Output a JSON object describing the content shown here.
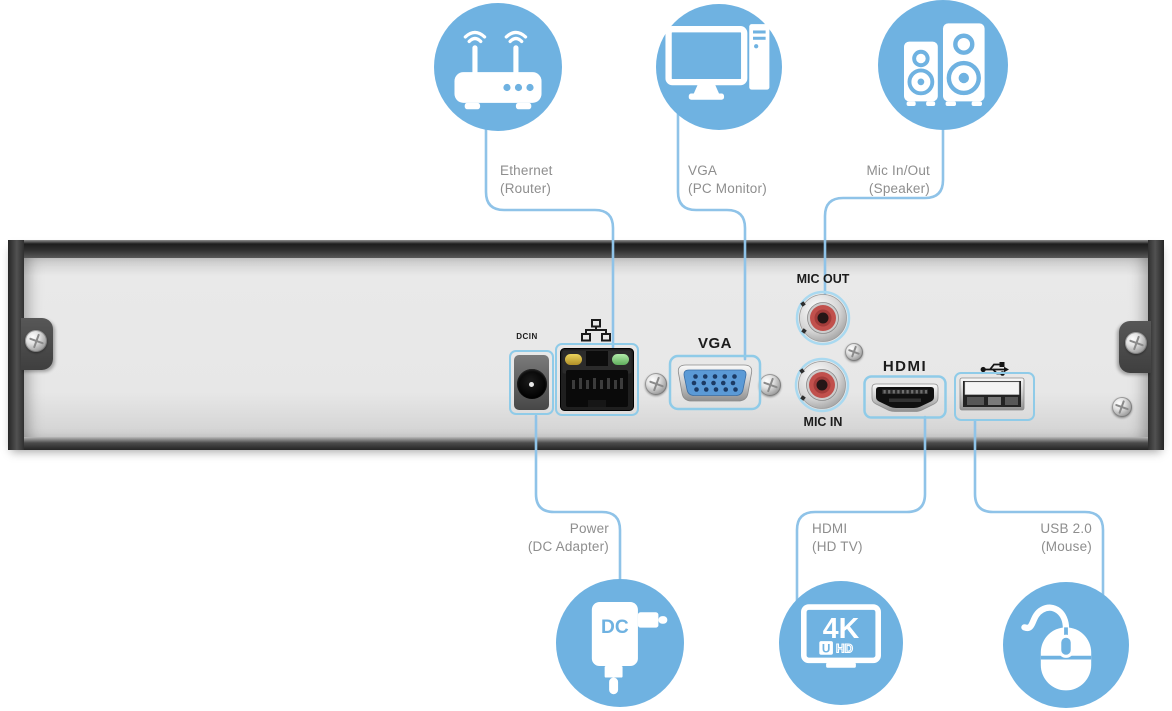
{
  "colors": {
    "circle_blue": "#6FB2E1",
    "line_blue": "#8FC3E8",
    "label_gray": "#8E8E8E",
    "port_outline_blue": "#8FCBE8",
    "vga_blue": "#5B9AD6",
    "rca_red": "#C1504C",
    "led_yellow": "#D9BA3C",
    "led_green": "#8FD788"
  },
  "callouts": {
    "ethernet": {
      "line1": "Ethernet",
      "line2": "(Router)"
    },
    "vga": {
      "line1": "VGA",
      "line2": "(PC Monitor)"
    },
    "mic": {
      "line1": "Mic In/Out",
      "line2": "(Speaker)"
    },
    "power": {
      "line1": "Power",
      "line2": "(DC Adapter)"
    },
    "hdmi": {
      "line1": "HDMI",
      "line2": "(HD TV)"
    },
    "usb": {
      "line1": "USB 2.0",
      "line2": "(Mouse)"
    }
  },
  "panel": {
    "dcin_label": "DCIN",
    "vga_label": "VGA",
    "mic_out_label": "MIC OUT",
    "mic_in_label": "MIC IN",
    "hdmi_label": "HDMI"
  },
  "icons": {
    "dc_adapter_text": "DC",
    "tv_4k_text": "4K",
    "tv_u_text": "U",
    "tv_hd_text": "HD"
  }
}
